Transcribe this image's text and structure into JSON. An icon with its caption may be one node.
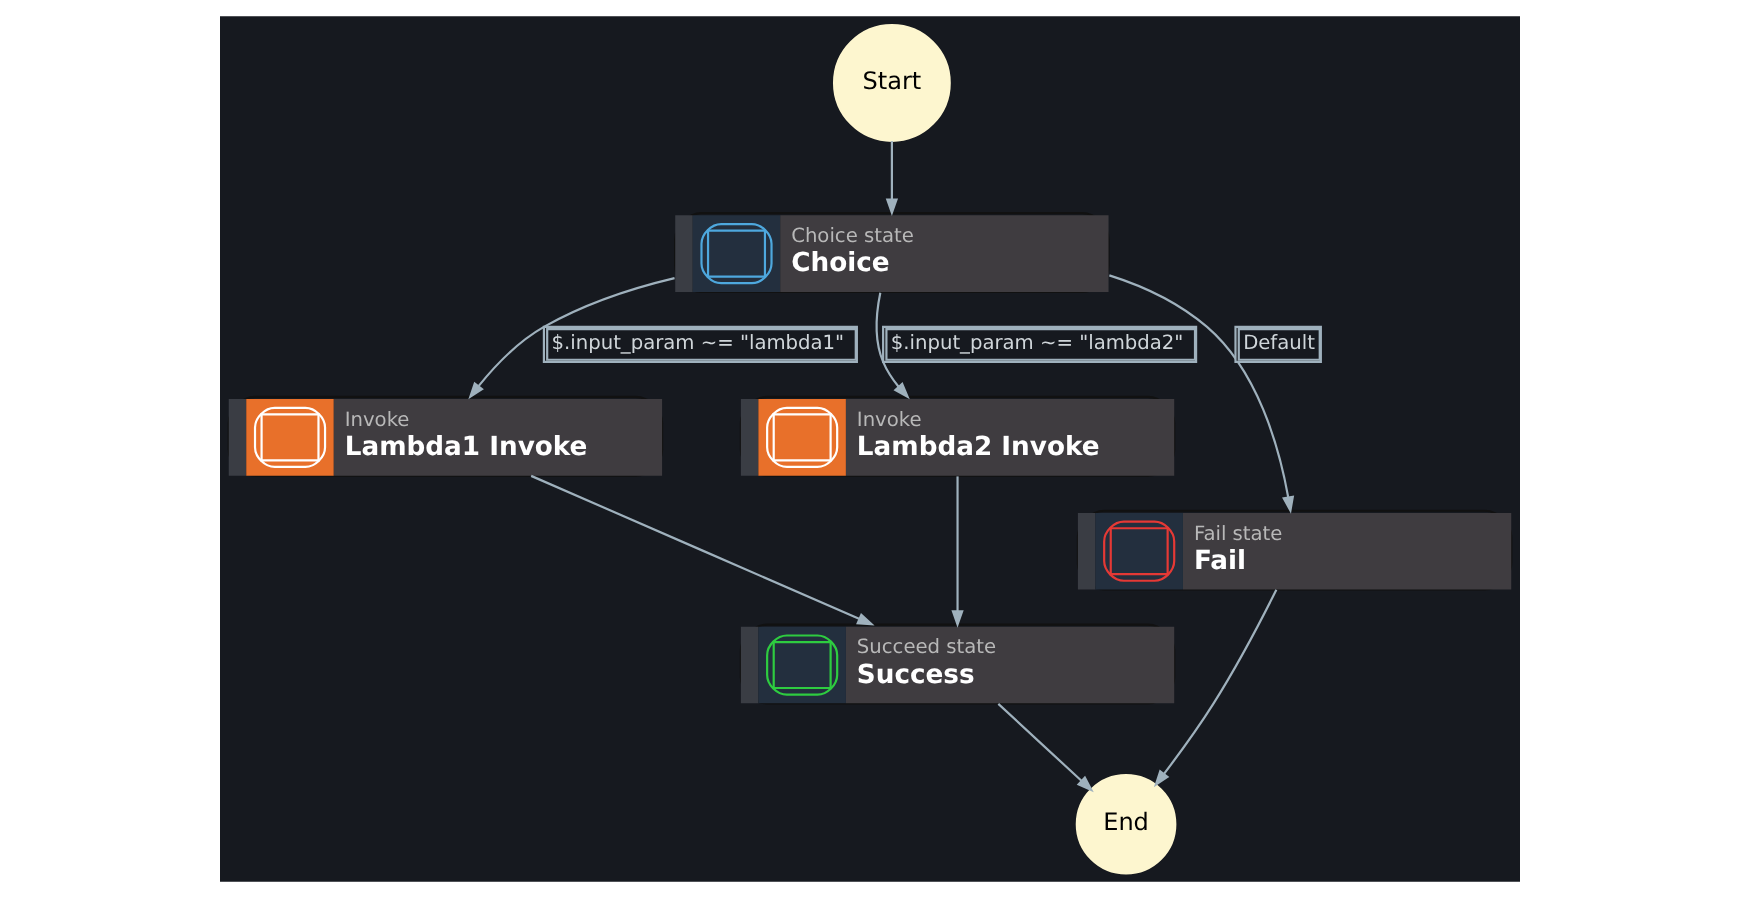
{
  "diagram": {
    "nodes": [
      {
        "text": [
          "Start"
        ]
      },
      {
        "text": [
          "Choice state",
          "Choice"
        ]
      },
      {
        "text": [
          "Invoke",
          "Lambda1 Invoke"
        ]
      },
      {
        "text": [
          "Invoke",
          "Lambda2 Invoke"
        ]
      },
      {
        "text": [
          "Succeed state",
          "Success"
        ]
      },
      {
        "text": [
          "Fail state",
          "Fail"
        ]
      },
      {
        "text": [
          "End"
        ]
      }
    ],
    "edges": [
      {
        "from": 0,
        "to": 1,
        "arrow": "to"
      },
      {
        "from": 1,
        "to": 2,
        "arrow": "to",
        "label": "$.input_param ~= \"lambda1\""
      },
      {
        "from": 1,
        "to": 3,
        "arrow": "to",
        "label": "$.input_param ~= \"lambda2\""
      },
      {
        "from": 1,
        "to": 5,
        "arrow": "to",
        "label": "Default"
      },
      {
        "from": 2,
        "to": 4,
        "arrow": "to"
      },
      {
        "from": 3,
        "to": 4,
        "arrow": "to"
      },
      {
        "from": 4,
        "to": 6,
        "arrow": "to"
      },
      {
        "from": 5,
        "to": 6,
        "arrow": "to"
      }
    ]
  }
}
